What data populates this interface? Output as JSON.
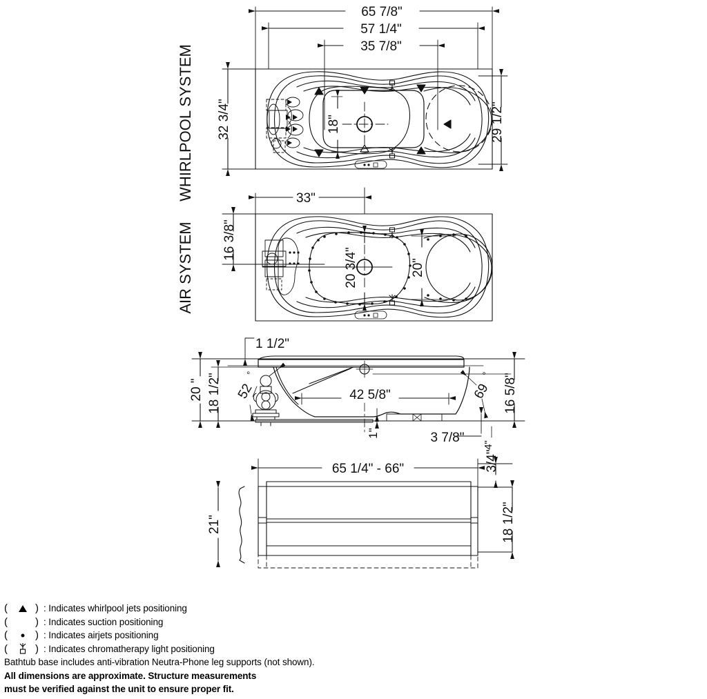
{
  "document": {
    "type": "bathtub-specification-drawing",
    "background_color": "#ffffff",
    "line_color": "#1a1a1a"
  },
  "views": {
    "whirlpool": {
      "label": "WHIRLPOOL SYSTEM",
      "dimensions": {
        "overall_length": "65 7/8\"",
        "inner_length": "57 1/4\"",
        "well_length": "35 7/8\"",
        "overall_width": "32 3/4\"",
        "inner_width": "29 1/2\"",
        "well_width": "18\""
      }
    },
    "air": {
      "label": "AIR SYSTEM",
      "dimensions": {
        "faucet_offset": "33\"",
        "side_offset": "16 3/8\"",
        "well_width_center": "20 3/4\"",
        "well_width_right": "20\""
      }
    },
    "side": {
      "dimensions": {
        "rim_thickness": "1 1/2\"",
        "overall_height": "20 \"",
        "height_to_rim": "18 1/2\"",
        "angle_left": "52",
        "angle_right": "69",
        "bottom_length": "42 5/8\"",
        "drain_clearance": "1\"",
        "drain_offset": "3 7/8\"",
        "right_height": "16 5/8\"",
        "foot_height": "4\"",
        "degree_symbol": "°"
      }
    },
    "front": {
      "dimensions": {
        "apron_width": "65 1/4\" - 66\"",
        "apron_height": "21\"",
        "lip_depth": "3/4\"",
        "apron_face_height": "18 1/2\""
      }
    }
  },
  "legend": {
    "items": [
      {
        "symbol": "filled-triangle",
        "open_paren": "(",
        "close_paren": ")",
        "text": ": Indicates whirlpool jets positioning"
      },
      {
        "symbol": "open-triangle",
        "open_paren": "(",
        "close_paren": ")",
        "text": ": Indicates suction positioning"
      },
      {
        "symbol": "dot",
        "open_paren": "(",
        "close_paren": ")",
        "text": ": Indicates airjets positioning"
      },
      {
        "symbol": "chromatherapy-light",
        "open_paren": "(",
        "close_paren": ")",
        "text": ": Indicates chromatherapy light positioning"
      }
    ]
  },
  "notes": {
    "line1": "Bathtub base includes anti-vibration Neutra-Phone leg supports (not shown).",
    "line2": "All dimensions are approximate. Structure measurements",
    "line3": "must be verified against the unit to ensure proper fit."
  }
}
